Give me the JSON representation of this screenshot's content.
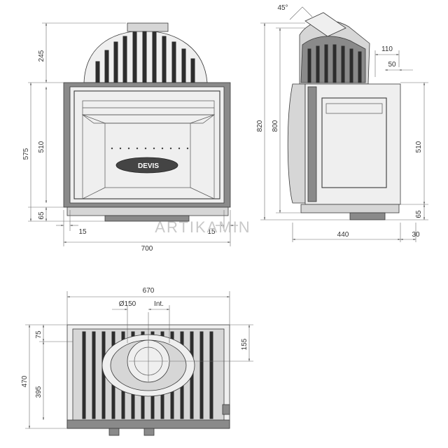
{
  "front_view": {
    "dims": {
      "top_height": "245",
      "overall_height": "575",
      "door_height": "510",
      "base_height": "65",
      "side_offset": "15",
      "right_offset": "15",
      "width": "700"
    },
    "logo_text": "DEVIS"
  },
  "side_view": {
    "dims": {
      "angle": "45°",
      "outer_height": "820",
      "inner_height": "800",
      "flue_width": "110",
      "flue_offset": "50",
      "door_height": "510",
      "base_height": "65",
      "depth": "440",
      "rear_offset": "30"
    }
  },
  "top_view": {
    "dims": {
      "width": "670",
      "flue_diameter": "Ø150",
      "intake": "Int.",
      "front_depth": "75",
      "overall_depth": "470",
      "body_depth": "395",
      "flue_offset": "155"
    }
  },
  "watermark": "ARTIKAMIN"
}
